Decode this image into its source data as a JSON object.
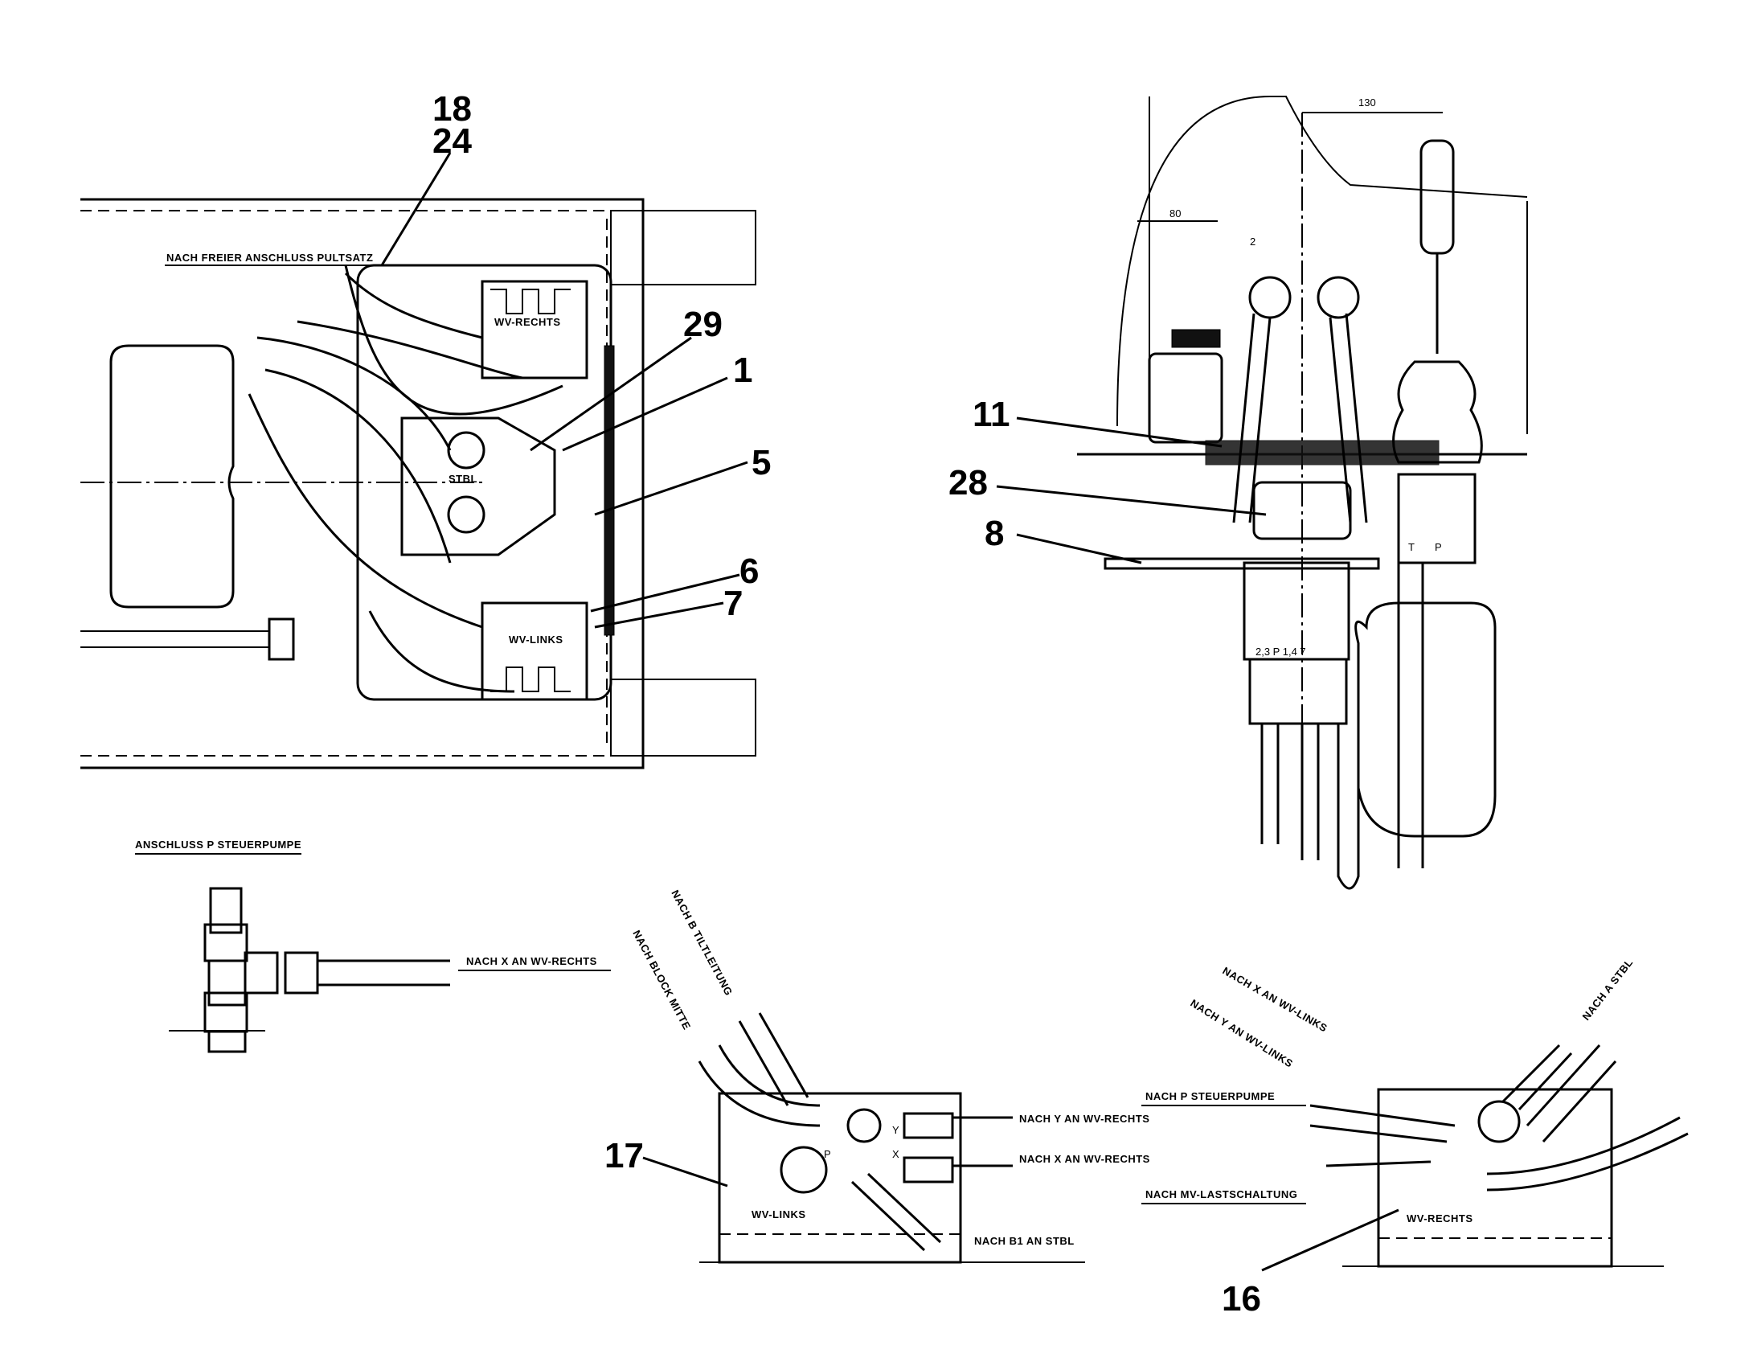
{
  "callouts": {
    "c18": "18",
    "c24": "24",
    "c29": "29",
    "c1": "1",
    "c5": "5",
    "c6": "6",
    "c7": "7",
    "c11": "11",
    "c28": "28",
    "c8": "8",
    "c17": "17",
    "c16": "16"
  },
  "top_view": {
    "note_pultsatz": "NACH FREIER ANSCHLUSS PULTSATZ",
    "label_wv_rechts": "WV-RECHTS",
    "label_stbl": "STBL",
    "label_wv_links": "WV-LINKS"
  },
  "side_view": {
    "dim_130": "130",
    "dim_80": "80",
    "dim_2": "2",
    "port_t": "T",
    "port_p": "P",
    "ports_bottom": "2,3   P  1,4   7"
  },
  "tee_detail": {
    "heading": "ANSCHLUSS P STEUERPUMPE",
    "note_x_rechts": "NACH X AN WV-RECHTS"
  },
  "block_left": {
    "note_tiltleitung": "NACH B TILTLEITUNG",
    "note_block_mitte": "NACH BLOCK MITTE",
    "note_y_rechts": "NACH Y AN WV-RECHTS",
    "note_x_rechts": "NACH X AN WV-RECHTS",
    "note_b1_stbl": "NACH B1 AN STBL",
    "label": "WV-LINKS",
    "port_p": "P",
    "port_x": "X",
    "port_y": "Y"
  },
  "block_right": {
    "note_x_links": "NACH X AN WV-LINKS",
    "note_y_links": "NACH Y AN WV-LINKS",
    "note_a_stbl": "NACH A STBL",
    "note_p_pumpe": "NACH P STEUERPUMPE",
    "note_mv_last": "NACH MV-LASTSCHALTUNG",
    "label": "WV-RECHTS"
  }
}
